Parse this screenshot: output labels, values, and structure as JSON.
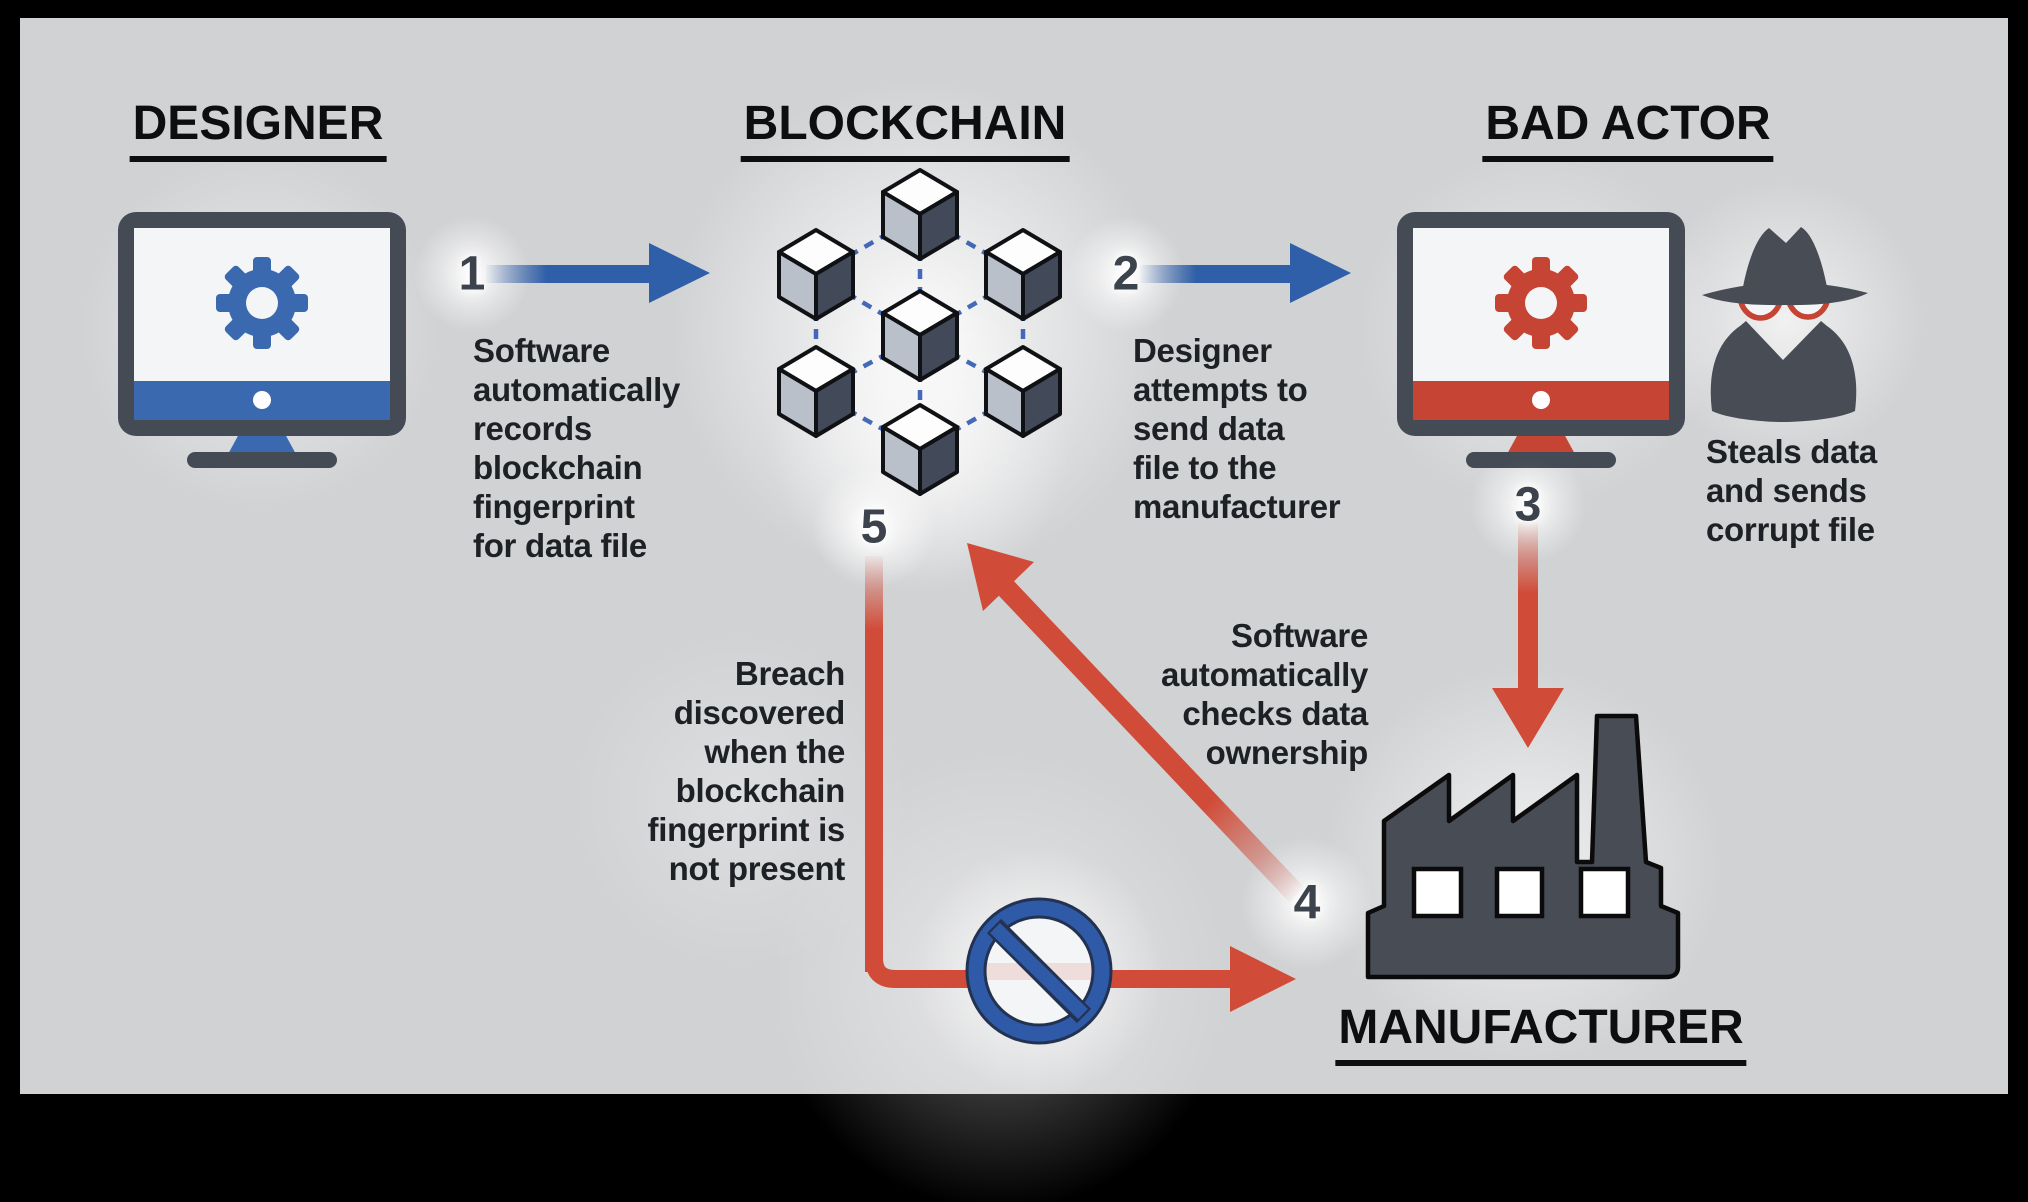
{
  "titles": {
    "designer": "DESIGNER",
    "blockchain": "BLOCKCHAIN",
    "bad_actor": "BAD ACTOR",
    "manufacturer": "MANUFACTURER"
  },
  "steps": {
    "step1": {
      "number": "1",
      "lines": [
        "Software",
        "automatically",
        "records",
        "blockchain",
        "fingerprint",
        "for data file"
      ]
    },
    "step2": {
      "number": "2",
      "lines": [
        "Designer",
        "attempts to",
        "send data",
        "file to the",
        "manufacturer"
      ]
    },
    "step3": {
      "number": "3"
    },
    "step4": {
      "number": "4",
      "lines": [
        "Software",
        "automatically",
        "checks data",
        "ownership"
      ]
    },
    "step5": {
      "number": "5",
      "lines": [
        "Breach",
        "discovered",
        "when the",
        "blockchain",
        "fingerprint is",
        "not present"
      ]
    }
  },
  "bad_actor_caption": {
    "lines": [
      "Steals data",
      "and sends",
      "corrupt file"
    ]
  },
  "icons": {
    "designer": "monitor-gear-icon",
    "blockchain": "cube-network-icon",
    "bad_actor": "monitor-gear-icon",
    "bad_actor_spy": "spy-icon",
    "manufacturer": "factory-icon",
    "blocked": "no-entry-icon"
  },
  "colors": {
    "background": "#d1d2d4",
    "frame": "#000000",
    "accent_blue": "#2f5fa8",
    "monitor_blue": "#3a69b0",
    "accent_red": "#d04c38",
    "monitor_red": "#c64434",
    "icon_dark": "#454b55",
    "cube_left": "#bac0ca",
    "cube_right": "#424959",
    "dash_blue": "#3a62b5",
    "text": "#1d2024"
  }
}
